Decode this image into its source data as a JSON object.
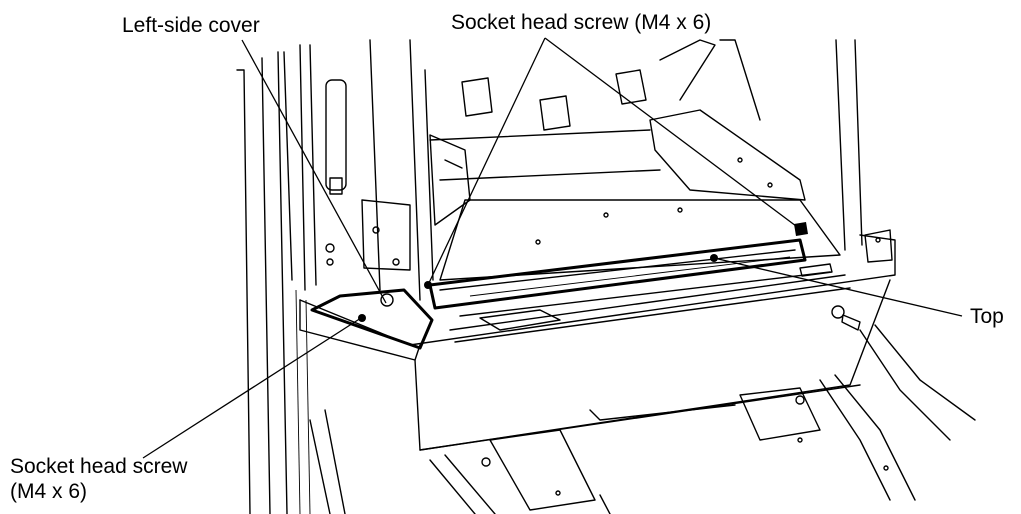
{
  "labels": {
    "left_side_cover": "Left-side cover",
    "socket_screw_top": "Socket head screw (M4 x 6)",
    "top": "Top",
    "socket_screw_bottom_line1": "Socket head screw",
    "socket_screw_bottom_line2": "(M4 x 6)"
  }
}
